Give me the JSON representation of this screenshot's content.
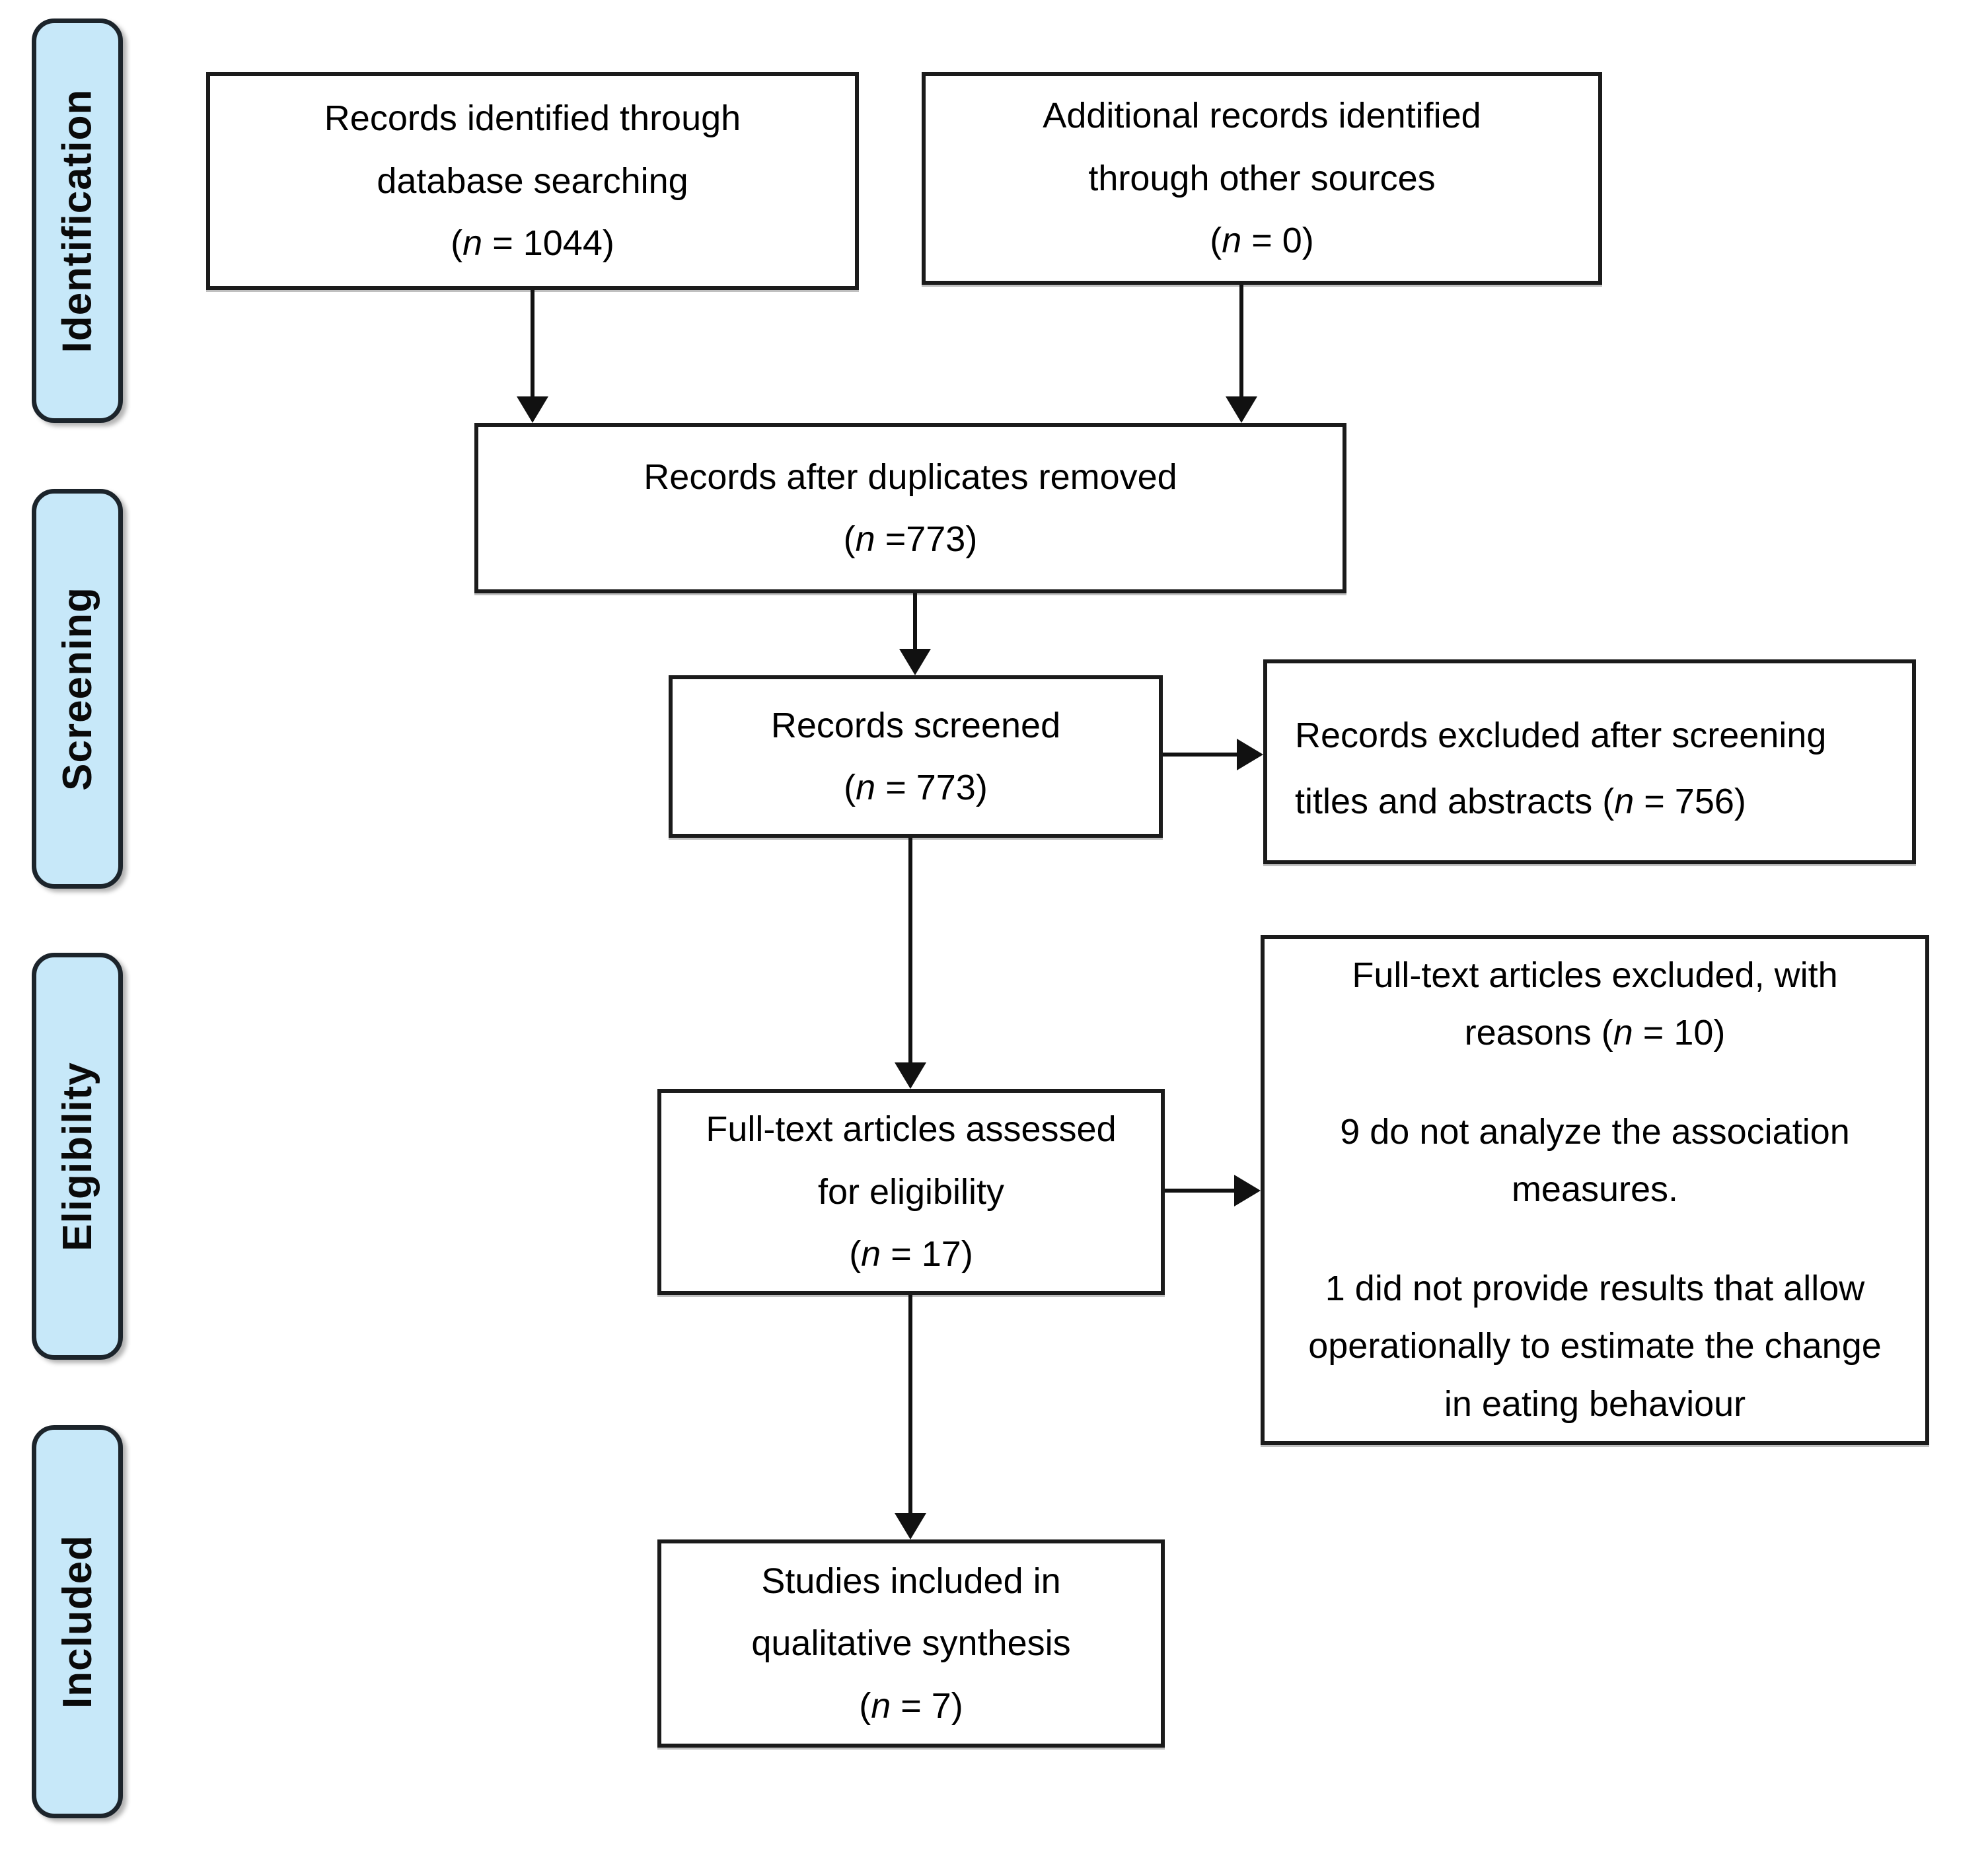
{
  "colors": {
    "stage_fill": "#c7e8f9",
    "stage_border": "#1c242b",
    "box_border": "#1b1b1b",
    "arrow": "#111111",
    "background": "#ffffff"
  },
  "stages": [
    {
      "label": "Identification"
    },
    {
      "label": "Screening"
    },
    {
      "label": "Eligibility"
    },
    {
      "label": "Included"
    }
  ],
  "boxes": {
    "identified": {
      "line1": "Records identified through",
      "line2": "database searching",
      "count_pre": "(",
      "count_n": "n",
      "count_post": " = 1044)"
    },
    "additional": {
      "line1": "Additional records identified",
      "line2": "through other sources",
      "count_pre": "(",
      "count_n": "n",
      "count_post": " = 0)"
    },
    "deduplicated": {
      "line1": "Records after duplicates removed",
      "count_pre": "(",
      "count_n": "n",
      "count_post": " =773)"
    },
    "screened": {
      "line1": "Records screened",
      "count_pre": "(",
      "count_n": "n",
      "count_post": " = 773)"
    },
    "excluded_screening": {
      "line1": "Records excluded after screening",
      "line2_pre": "titles and abstracts (",
      "line2_n": "n",
      "line2_post": " = 756)"
    },
    "fulltext_assessed": {
      "line1": "Full-text articles assessed",
      "line2": "for eligibility",
      "count_pre": "(",
      "count_n": "n",
      "count_post": " = 17)"
    },
    "fulltext_excluded": {
      "line1": "Full-text articles excluded, with",
      "line2_pre": "reasons (",
      "line2_n": "n",
      "line2_post": " = 10)",
      "line3": "9 do not analyze the association",
      "line4": "measures.",
      "line5": "1 did not provide results that allow",
      "line6": "operationally to estimate the change",
      "line7": "in eating behaviour"
    },
    "included_studies": {
      "line1": "Studies included in",
      "line2": "qualitative synthesis",
      "count_pre": "(",
      "count_n": "n",
      "count_post": " = 7)"
    }
  }
}
